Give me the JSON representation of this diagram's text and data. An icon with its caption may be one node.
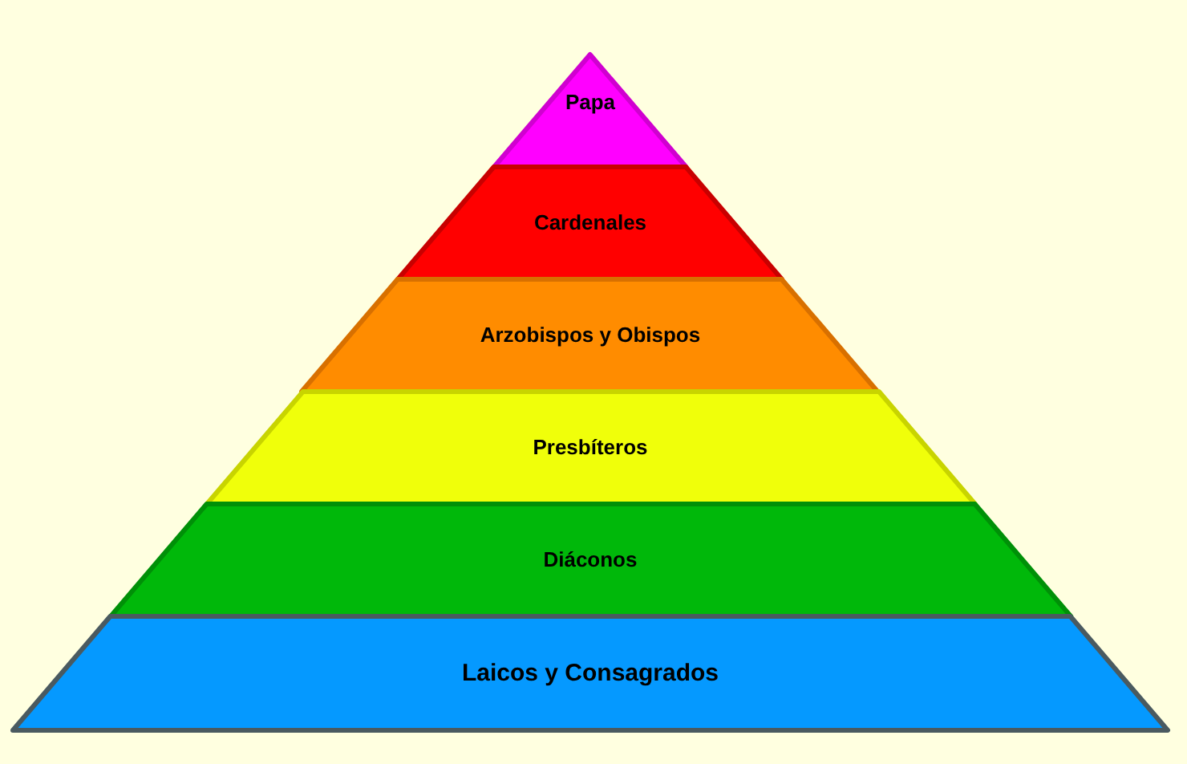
{
  "diagram": {
    "nodes": [
      {
        "text": [
          "Papa"
        ]
      },
      {
        "text": [
          "Cardenales"
        ]
      },
      {
        "text": [
          "Arzobispos y Obispos"
        ]
      },
      {
        "text": [
          "Presbíteros"
        ]
      },
      {
        "text": [
          "Diáconos"
        ]
      },
      {
        "text": [
          "Laicos y Consagrados"
        ]
      }
    ]
  }
}
